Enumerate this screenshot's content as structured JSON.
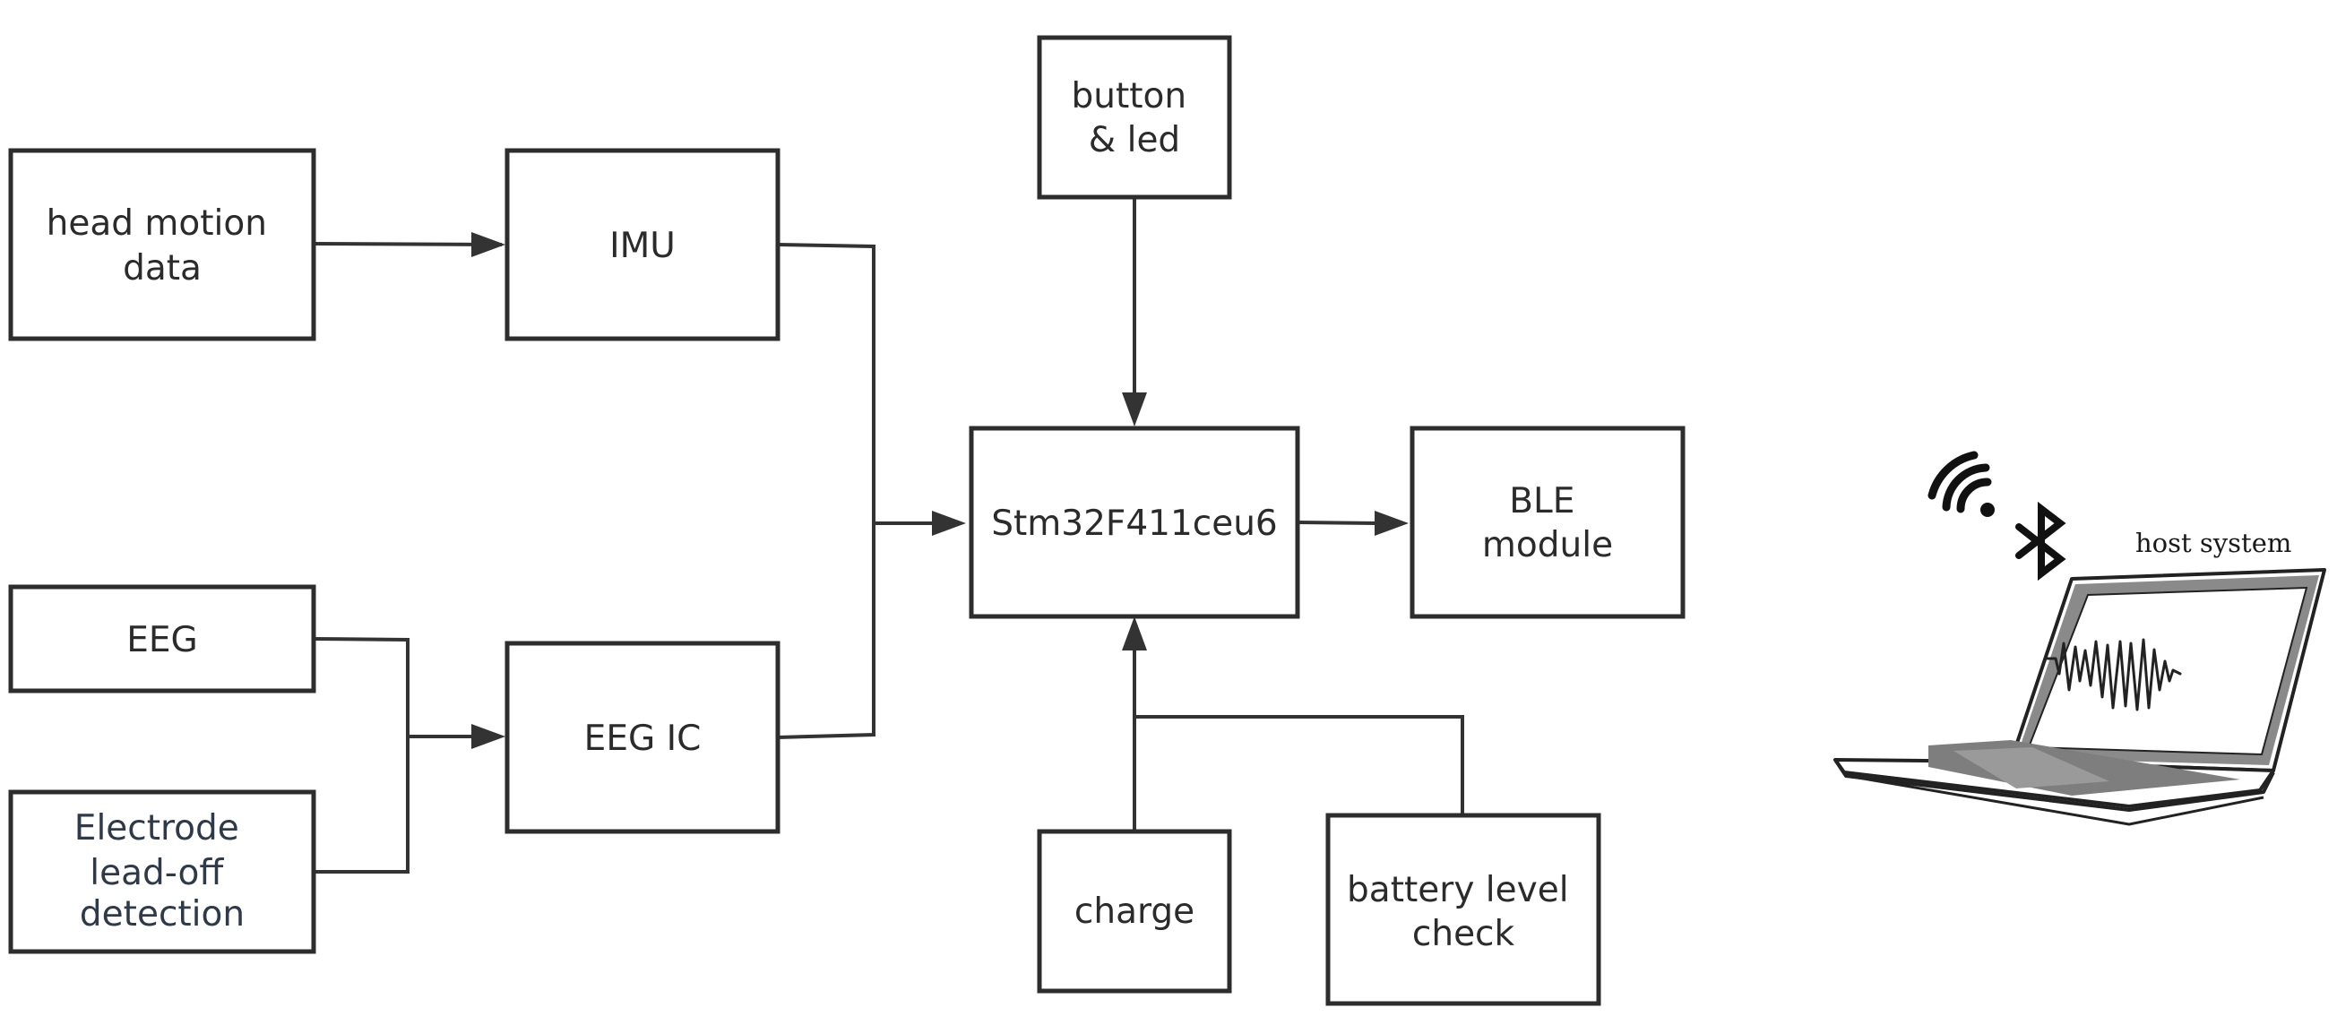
{
  "blocks": {
    "head_motion": {
      "lines": [
        "head motion",
        "data"
      ]
    },
    "imu": {
      "lines": [
        "IMU"
      ]
    },
    "eeg": {
      "lines": [
        "EEG"
      ]
    },
    "electrode": {
      "lines": [
        "Electrode",
        "lead-off",
        "detection"
      ]
    },
    "eeg_ic": {
      "lines": [
        "EEG IC"
      ]
    },
    "button_led": {
      "lines": [
        "button",
        "& led"
      ]
    },
    "mcu": {
      "lines": [
        "Stm32F411ceu6"
      ]
    },
    "ble": {
      "lines": [
        "BLE",
        "module"
      ]
    },
    "charge": {
      "lines": [
        "charge"
      ]
    },
    "battery": {
      "lines": [
        "battery level",
        "check"
      ]
    }
  },
  "host": {
    "label": "host system"
  },
  "icons": {
    "wifi": "wifi-signal-icon",
    "bluetooth": "bluetooth-icon",
    "laptop": "laptop-icon",
    "waveform": "eeg-waveform-icon"
  },
  "colors": {
    "stroke": "#2d2d2d",
    "text": "#2b2b2b",
    "electrode_text": "#2e3a4a",
    "laptop_body": "#808080",
    "laptop_keyboard": "#9a9a9a"
  }
}
